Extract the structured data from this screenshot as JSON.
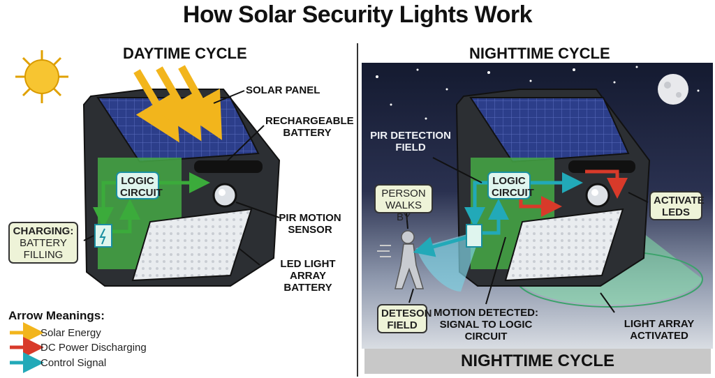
{
  "title": "How Solar Security Lights Work",
  "day": {
    "heading": "DAYTIME CYCLE",
    "labels": {
      "solar_panel": "SOLAR PANEL",
      "battery_l1": "RECHARGEABLE",
      "battery_l2": "BATTERY",
      "logic_l1": "LOGIC",
      "logic_l2": "CIRCUIT",
      "pir_l1": "PIR MOTION",
      "pir_l2": "SENSOR",
      "led_l1": "LED LIGHT ARRAY",
      "led_l2": "BATTERY",
      "charging_l1": "CHARGING:",
      "charging_l2": "BATTERY",
      "charging_l3": "FILLING"
    }
  },
  "night": {
    "heading": "NIGHTTIME CYCLE",
    "labels": {
      "pir_field_l1": "PIR DETECTION",
      "pir_field_l2": "FIELD",
      "logic_l1": "LOGIC",
      "logic_l2": "CIRCUIT",
      "person_l1": "PERSON",
      "person_l2": "WALKS BY",
      "activate_l1": "ACTIVATE",
      "activate_l2": "LEDS",
      "deteson_l1": "DETESON",
      "deteson_l2": "FIELD",
      "motion_l1": "MOTION DETECTED:",
      "motion_l2": "SIGNAL TO LOGIC",
      "motion_l3": "CIRCUIT",
      "light_l1": "LIGHT ARRAY",
      "light_l2": "ACTIVATED"
    },
    "banner": "NIGHTTIME CYCLE"
  },
  "legend": {
    "title": "Arrow Meanings:",
    "items": [
      {
        "label": "Solar Energy",
        "color": "#f2b51c"
      },
      {
        "label": "DC Power Discharging",
        "color": "#d83a2a"
      },
      {
        "label": "Control Signal",
        "color": "#22a9b8"
      }
    ]
  },
  "colors": {
    "solar": "#f2b51c",
    "power": "#d83a2a",
    "signal": "#22a9b8",
    "circuit_green": "#3bab3b",
    "night_sky": "#1b2138",
    "light_cone": "#7fe0a6"
  }
}
